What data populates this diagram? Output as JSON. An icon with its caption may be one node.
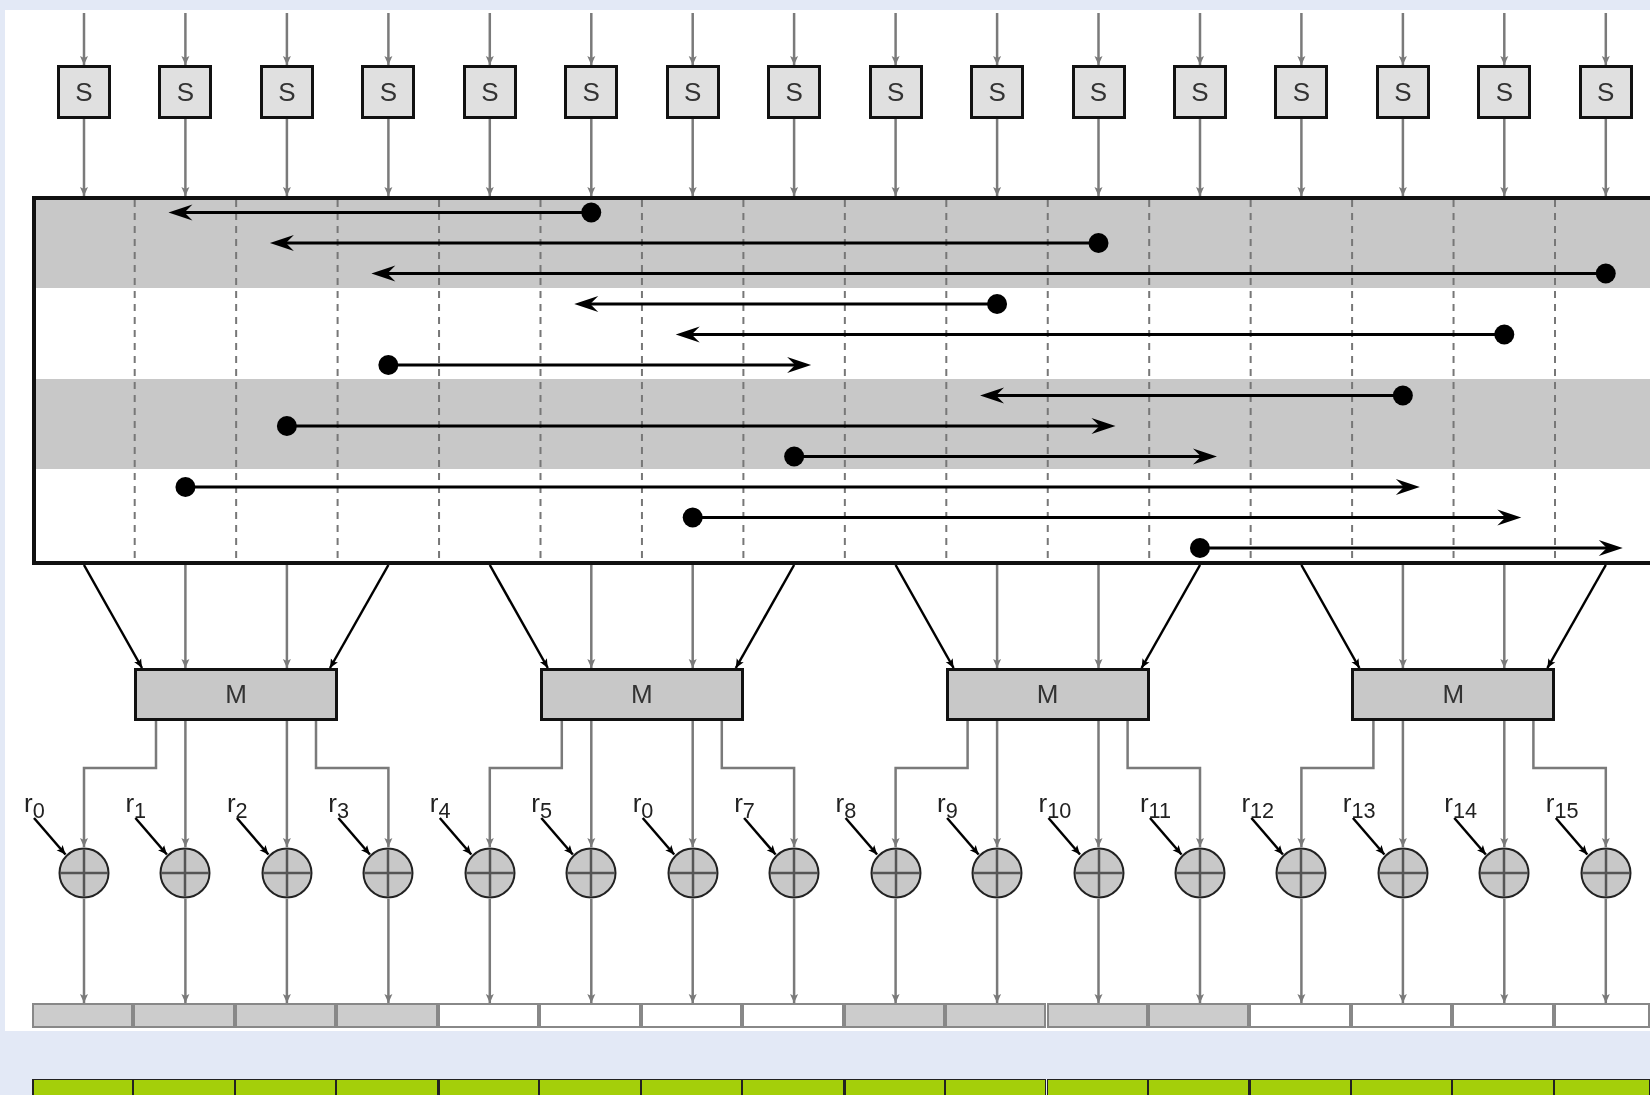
{
  "diagram": {
    "nodes": [
      {
        "text": [
          "S"
        ]
      },
      {
        "text": [
          "S"
        ]
      },
      {
        "text": [
          "S"
        ]
      },
      {
        "text": [
          "S"
        ]
      },
      {
        "text": [
          "S"
        ]
      },
      {
        "text": [
          "S"
        ]
      },
      {
        "text": [
          "S"
        ]
      },
      {
        "text": [
          "S"
        ]
      },
      {
        "text": [
          "S"
        ]
      },
      {
        "text": [
          "S"
        ]
      },
      {
        "text": [
          "S"
        ]
      },
      {
        "text": [
          "S"
        ]
      },
      {
        "text": [
          "S"
        ]
      },
      {
        "text": [
          "S"
        ]
      },
      {
        "text": [
          "S"
        ]
      },
      {
        "text": [
          "S"
        ]
      },
      {
        "text": [],
        "shape": "box"
      },
      {
        "text": [
          "M"
        ]
      },
      {
        "text": [
          "M"
        ]
      },
      {
        "text": [
          "M"
        ]
      },
      {
        "text": [
          "M"
        ]
      },
      {
        "text": [],
        "shape": "circle"
      },
      {
        "text": [],
        "shape": "circle"
      },
      {
        "text": [],
        "shape": "circle"
      },
      {
        "text": [],
        "shape": "circle"
      },
      {
        "text": [],
        "shape": "circle"
      },
      {
        "text": [],
        "shape": "circle"
      },
      {
        "text": [],
        "shape": "circle"
      },
      {
        "text": [],
        "shape": "circle"
      },
      {
        "text": [],
        "shape": "circle"
      },
      {
        "text": [],
        "shape": "circle"
      },
      {
        "text": [],
        "shape": "circle"
      },
      {
        "text": [],
        "shape": "circle"
      },
      {
        "text": [],
        "shape": "circle"
      },
      {
        "text": [],
        "shape": "circle"
      },
      {
        "text": [],
        "shape": "circle"
      },
      {
        "text": [],
        "shape": "circle"
      },
      {
        "text": [
          "r$_{0}$"
        ]
      },
      {
        "text": [
          "r$_{1}$"
        ]
      },
      {
        "text": [
          "r$_{2}$"
        ]
      },
      {
        "text": [
          "r$_{3}$"
        ]
      },
      {
        "text": [
          "r$_{4}$"
        ]
      },
      {
        "text": [
          "r$_{5}$"
        ]
      },
      {
        "text": [
          "r$_{0}$"
        ]
      },
      {
        "text": [
          "r$_{7}$"
        ]
      },
      {
        "text": [
          "r$_{8}$"
        ]
      },
      {
        "text": [
          "r$_{9}$"
        ]
      },
      {
        "text": [
          "r$_{10}$"
        ]
      },
      {
        "text": [
          "r$_{11}$"
        ]
      },
      {
        "text": [
          "r$_{12}$"
        ]
      },
      {
        "text": [
          "r$_{13}$"
        ]
      },
      {
        "text": [
          "r$_{14}$"
        ]
      },
      {
        "text": [
          "r$_{15}$"
        ]
      },
      {
        "text": [],
        "shape": "bar"
      },
      {
        "text": [],
        "shape": "bar"
      },
      {
        "text": [],
        "shape": "bar"
      },
      {
        "text": [],
        "shape": "bar"
      },
      {
        "text": [],
        "shape": "bar"
      },
      {
        "text": [],
        "shape": "bar"
      },
      {
        "text": [],
        "shape": "bar"
      },
      {
        "text": [],
        "shape": "bar"
      },
      {
        "text": [],
        "shape": "bar"
      },
      {
        "text": [],
        "shape": "bar"
      },
      {
        "text": [],
        "shape": "bar"
      },
      {
        "text": [],
        "shape": "bar"
      },
      {
        "text": [],
        "shape": "bar"
      },
      {
        "text": [],
        "shape": "bar"
      },
      {
        "text": [],
        "shape": "bar"
      },
      {
        "text": [],
        "shape": "bar"
      }
    ],
    "edges": [
      {
        "from": null,
        "to": 0,
        "arrow": "to"
      },
      {
        "from": null,
        "to": 1,
        "arrow": "to"
      },
      {
        "from": null,
        "to": 2,
        "arrow": "to"
      },
      {
        "from": null,
        "to": 3,
        "arrow": "to"
      },
      {
        "from": null,
        "to": 4,
        "arrow": "to"
      },
      {
        "from": null,
        "to": 5,
        "arrow": "to"
      },
      {
        "from": null,
        "to": 6,
        "arrow": "to"
      },
      {
        "from": null,
        "to": 7,
        "arrow": "to"
      },
      {
        "from": null,
        "to": 8,
        "arrow": "to"
      },
      {
        "from": null,
        "to": 9,
        "arrow": "to"
      },
      {
        "from": null,
        "to": 10,
        "arrow": "to"
      },
      {
        "from": null,
        "to": 11,
        "arrow": "to"
      },
      {
        "from": null,
        "to": 12,
        "arrow": "to"
      },
      {
        "from": null,
        "to": 13,
        "arrow": "to"
      },
      {
        "from": null,
        "to": 14,
        "arrow": "to"
      },
      {
        "from": null,
        "to": 15,
        "arrow": "to"
      },
      {
        "from": 0,
        "to": 16,
        "arrow": "to"
      },
      {
        "from": 1,
        "to": 16,
        "arrow": "to"
      },
      {
        "from": 2,
        "to": 16,
        "arrow": "to"
      },
      {
        "from": 3,
        "to": 16,
        "arrow": "to"
      },
      {
        "from": 4,
        "to": 16,
        "arrow": "to"
      },
      {
        "from": 5,
        "to": 16,
        "arrow": "to"
      },
      {
        "from": 6,
        "to": 16,
        "arrow": "to"
      },
      {
        "from": 7,
        "to": 16,
        "arrow": "to"
      },
      {
        "from": 8,
        "to": 16,
        "arrow": "to"
      },
      {
        "from": 9,
        "to": 16,
        "arrow": "to"
      },
      {
        "from": 10,
        "to": 16,
        "arrow": "to"
      },
      {
        "from": 11,
        "to": 16,
        "arrow": "to"
      },
      {
        "from": 12,
        "to": 16,
        "arrow": "to"
      },
      {
        "from": 13,
        "to": 16,
        "arrow": "to"
      },
      {
        "from": 14,
        "to": 16,
        "arrow": "to"
      },
      {
        "from": 15,
        "to": 16,
        "arrow": "to"
      },
      {
        "from": 16,
        "to": 17,
        "arrow": "to",
        "color": "#000000"
      },
      {
        "from": 16,
        "to": 17,
        "arrow": "to"
      },
      {
        "from": 16,
        "to": 17,
        "arrow": "to"
      },
      {
        "from": 16,
        "to": 17,
        "arrow": "to",
        "color": "#000000"
      },
      {
        "from": 16,
        "to": 18,
        "arrow": "to",
        "color": "#000000"
      },
      {
        "from": 16,
        "to": 18,
        "arrow": "to"
      },
      {
        "from": 16,
        "to": 18,
        "arrow": "to"
      },
      {
        "from": 16,
        "to": 18,
        "arrow": "to",
        "color": "#000000"
      },
      {
        "from": 16,
        "to": 19,
        "arrow": "to",
        "color": "#000000"
      },
      {
        "from": 16,
        "to": 19,
        "arrow": "to"
      },
      {
        "from": 16,
        "to": 19,
        "arrow": "to"
      },
      {
        "from": 16,
        "to": 19,
        "arrow": "to",
        "color": "#000000"
      },
      {
        "from": 16,
        "to": 20,
        "arrow": "to",
        "color": "#000000"
      },
      {
        "from": 16,
        "to": 20,
        "arrow": "to"
      },
      {
        "from": 16,
        "to": 20,
        "arrow": "to"
      },
      {
        "from": 16,
        "to": 20,
        "arrow": "to",
        "color": "#000000"
      },
      {
        "from": 17,
        "to": 21,
        "arrow": "to"
      },
      {
        "from": 17,
        "to": 22,
        "arrow": "to"
      },
      {
        "from": 17,
        "to": 23,
        "arrow": "to"
      },
      {
        "from": 17,
        "to": 24,
        "arrow": "to"
      },
      {
        "from": 18,
        "to": 25,
        "arrow": "to"
      },
      {
        "from": 18,
        "to": 26,
        "arrow": "to"
      },
      {
        "from": 18,
        "to": 27,
        "arrow": "to"
      },
      {
        "from": 18,
        "to": 28,
        "arrow": "to"
      },
      {
        "from": 19,
        "to": 29,
        "arrow": "to"
      },
      {
        "from": 19,
        "to": 30,
        "arrow": "to"
      },
      {
        "from": 19,
        "to": 31,
        "arrow": "to"
      },
      {
        "from": 19,
        "to": 32,
        "arrow": "to"
      },
      {
        "from": 20,
        "to": 33,
        "arrow": "to"
      },
      {
        "from": 20,
        "to": 34,
        "arrow": "to"
      },
      {
        "from": 20,
        "to": 35,
        "arrow": "to"
      },
      {
        "from": 20,
        "to": 36,
        "arrow": "to"
      },
      {
        "from": 37,
        "to": 21,
        "arrow": "to",
        "color": "#000000"
      },
      {
        "from": 38,
        "to": 22,
        "arrow": "to",
        "color": "#000000"
      },
      {
        "from": 39,
        "to": 23,
        "arrow": "to",
        "color": "#000000"
      },
      {
        "from": 40,
        "to": 24,
        "arrow": "to",
        "color": "#000000"
      },
      {
        "from": 41,
        "to": 25,
        "arrow": "to",
        "color": "#000000"
      },
      {
        "from": 42,
        "to": 26,
        "arrow": "to",
        "color": "#000000"
      },
      {
        "from": 43,
        "to": 27,
        "arrow": "to",
        "color": "#000000"
      },
      {
        "from": 44,
        "to": 28,
        "arrow": "to",
        "color": "#000000"
      },
      {
        "from": 45,
        "to": 29,
        "arrow": "to",
        "color": "#000000"
      },
      {
        "from": 46,
        "to": 30,
        "arrow": "to",
        "color": "#000000"
      },
      {
        "from": 47,
        "to": 31,
        "arrow": "to",
        "color": "#000000"
      },
      {
        "from": 48,
        "to": 32,
        "arrow": "to",
        "color": "#000000"
      },
      {
        "from": 49,
        "to": 33,
        "arrow": "to",
        "color": "#000000"
      },
      {
        "from": 50,
        "to": 34,
        "arrow": "to",
        "color": "#000000"
      },
      {
        "from": 51,
        "to": 35,
        "arrow": "to",
        "color": "#000000"
      },
      {
        "from": 52,
        "to": 36,
        "arrow": "to",
        "color": "#000000"
      },
      {
        "from": 21,
        "to": 53,
        "arrow": "to"
      },
      {
        "from": 22,
        "to": 54,
        "arrow": "to"
      },
      {
        "from": 23,
        "to": 55,
        "arrow": "to"
      },
      {
        "from": 24,
        "to": 56,
        "arrow": "to"
      },
      {
        "from": 25,
        "to": 57,
        "arrow": "to"
      },
      {
        "from": 26,
        "to": 58,
        "arrow": "to"
      },
      {
        "from": 27,
        "to": 59,
        "arrow": "to"
      },
      {
        "from": 28,
        "to": 60,
        "arrow": "to"
      },
      {
        "from": 29,
        "to": 61,
        "arrow": "to"
      },
      {
        "from": 30,
        "to": 62,
        "arrow": "to"
      },
      {
        "from": 31,
        "to": 63,
        "arrow": "to"
      },
      {
        "from": 32,
        "to": 64,
        "arrow": "to"
      },
      {
        "from": 33,
        "to": 65,
        "arrow": "to"
      },
      {
        "from": 34,
        "to": 66,
        "arrow": "to"
      },
      {
        "from": 35,
        "to": 67,
        "arrow": "to"
      },
      {
        "from": 36,
        "to": 68,
        "arrow": "to"
      }
    ]
  }
}
